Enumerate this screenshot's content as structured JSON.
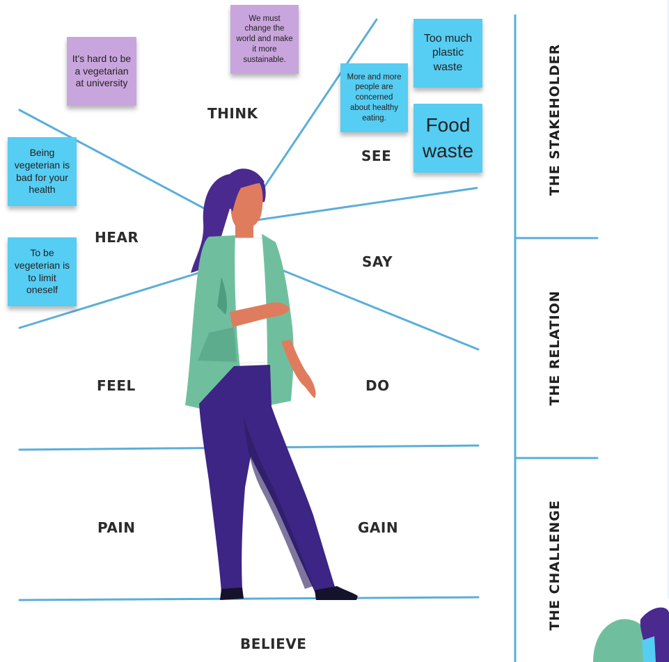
{
  "zones": {
    "think": "THINK",
    "see": "SEE",
    "hear": "HEAR",
    "say": "SAY",
    "feel": "FEEL",
    "do": "DO",
    "pain": "PAIN",
    "gain": "GAIN",
    "believe": "BELIEVE"
  },
  "sections": {
    "stakeholder": "THE STAKEHOLDER",
    "relation": "THE RELATION",
    "challenge": "THE CHALLENGE"
  },
  "notes": {
    "must_change": "We must change the world and make it more sustainable.",
    "hard_vegetarian": "It's hard to be a vegetarian at university",
    "bad_health": "Being vegeterian is bad for your health",
    "limit_oneself": "To be vegeterian is to limit oneself",
    "healthy_eating": "More and more people are concerned about healthy eating.",
    "plastic_waste": "Too much plastic waste",
    "food_waste": "Food waste"
  },
  "colors": {
    "lines": "#5aaed9",
    "purple_note": "#c9a5dd",
    "blue_note": "#56cdf3",
    "hair": "#4a2a8e",
    "skin": "#e07c5e",
    "jacket": "#6fbf9f",
    "pants": "#3c2584"
  }
}
